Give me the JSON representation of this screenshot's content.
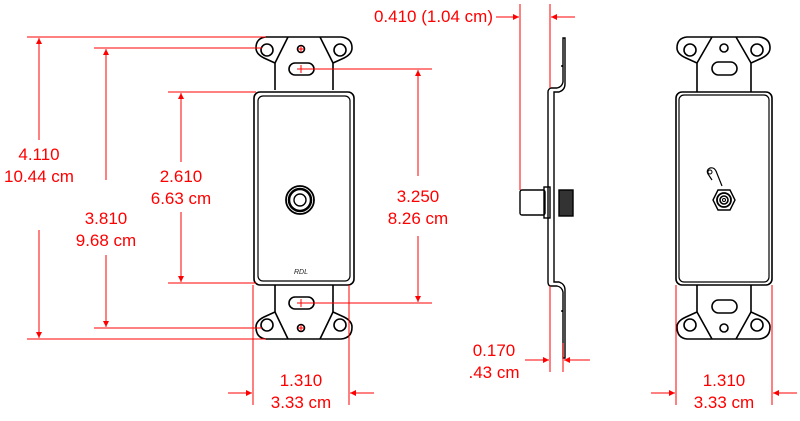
{
  "drawing": {
    "title": "RDL single-connector Decora wall plate dimensional drawing",
    "line_color": "#000000",
    "dimension_color": "#ff0000",
    "views": [
      "front-view",
      "side-view",
      "rear-view"
    ]
  },
  "front_view": {
    "logo": "RDL",
    "connector": "RCA jack",
    "dimensions": {
      "overall_height": {
        "inches": "4.110",
        "cm": "10.44 cm"
      },
      "ear_hole_spacing": {
        "inches": "3.810",
        "cm": "9.68 cm"
      },
      "body_height": {
        "inches": "2.610",
        "cm": "6.63 cm"
      },
      "slot_spacing": {
        "inches": "3.250",
        "cm": "8.26 cm"
      },
      "width": {
        "inches": "1.310",
        "cm": "3.33 cm"
      }
    }
  },
  "side_view": {
    "dimensions": {
      "depth": {
        "label": "0.410 (1.04 cm)"
      },
      "flange_offset": {
        "inches": "0.170",
        "cm": ".43 cm"
      }
    }
  },
  "rear_view": {
    "connector": "threaded RCA jack with solder lug",
    "dimensions": {
      "width": {
        "inches": "1.310",
        "cm": "3.33 cm"
      }
    }
  }
}
